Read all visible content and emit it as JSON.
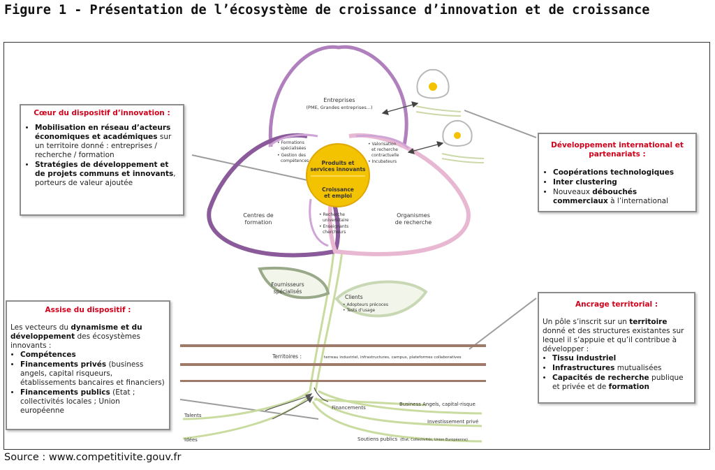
{
  "title": "Figure 1 - Présentation de l’écosystème de croissance d’innovation et de croissance",
  "source": "Source : www.competitivite.gouv.fr",
  "colors": {
    "dark_purple": "#8a5a9a",
    "mid_purple": "#b47fbf",
    "pink": "#e8b3cf",
    "yellow": "#f3c200",
    "brown": "#9a7060",
    "leaf": "#b8cf8c",
    "header_red": "#d0021b"
  },
  "diagram": {
    "petal_top": "Entreprises",
    "petal_top_sub": "(PME, Grandes entreprises...)",
    "petal_left": [
      "Centres de",
      "formation"
    ],
    "petal_right": [
      "Organismes",
      "de recherche"
    ],
    "center_top": [
      "Produits et",
      "services innovants"
    ],
    "center_bottom": [
      "Croissance",
      "et emploi"
    ],
    "overlap_left": [
      "• Formations",
      "spécialisées",
      "• Gestion des",
      "compétences"
    ],
    "overlap_right": [
      "• Valorisation",
      "et recherche",
      "contractuelle",
      "• Incubateurs"
    ],
    "overlap_bottom": [
      "• Recherche",
      "universitaire",
      "• Enseignants",
      "chercheurs"
    ],
    "leaf_left": [
      "Fournisseurs",
      "spécialisés"
    ],
    "leaf_right_title": "Clients",
    "leaf_right_items": [
      "• Adopteurs précoces",
      "• Tests d’usage"
    ],
    "territoires": "Territoires :",
    "territoires_desc": "terreau industriel, infrastructures, campus, plateformes collaboratives",
    "financements": "Financements",
    "business_angels": "Business Angels, capital-risque",
    "investissement": "Investissement privé",
    "soutiens": "Soutiens publics",
    "soutiens_sub": "(Etat, Collectivités, Union Européenne)",
    "talents": "Talents",
    "idees": "Idées"
  },
  "box_coeur": {
    "header": "Cœur du dispositif d’innovation :",
    "item1_bold": "Mobilisation en réseau d’acteurs économiques et académiques",
    "item1_rest": " sur un territoire donné : entreprises / recherche / formation",
    "item2_bold": "Stratégies de développement et de projets communs et innovants",
    "item2_rest": ", porteurs de valeur ajoutée"
  },
  "box_dev": {
    "header": "Développement international et partenariats :",
    "item1": "Coopérations technologiques",
    "item2": "Inter clustering",
    "item3_pre": "Nouveaux ",
    "item3_bold": "débouchés commerciaux",
    "item3_post": " à l’international"
  },
  "box_assise": {
    "header": "Assise du dispositif :",
    "intro_pre": "Les vecteurs du ",
    "intro_bold": "dynamisme et du développement",
    "intro_post": " des écosystèmes innovants :",
    "item1": "Compétences",
    "item2_bold": "Financements privés",
    "item2_rest": " (business angels, capital risqueurs, établissements bancaires et financiers)",
    "item3_bold": "Financements publics",
    "item3_rest": " (Etat ; collectivités locales ; Union européenne"
  },
  "box_ancrage": {
    "header": "Ancrage territorial :",
    "intro_pre": "Un pôle s’inscrit sur un ",
    "intro_bold": "territoire",
    "intro_post": " donné et des structures existantes sur lequel il s’appuie et qu’il contribue à développer :",
    "item1": "Tissu industriel",
    "item2_bold": "Infrastructures",
    "item2_rest": " mutualisées",
    "item3_bold": "Capacités de recherche",
    "item3_mid": " publique et privée et de ",
    "item3_bold2": "formation"
  }
}
